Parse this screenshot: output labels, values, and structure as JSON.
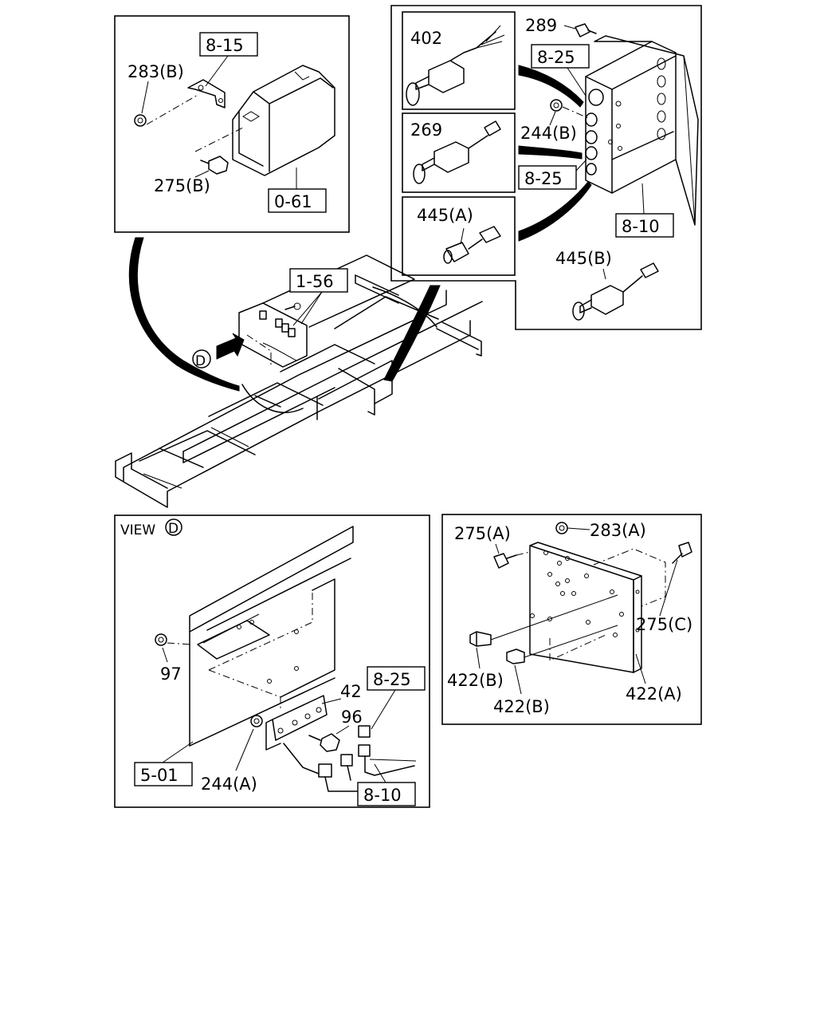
{
  "diagram": {
    "view_label": "VIEW",
    "view_marker": "D",
    "arrow_marker": "D",
    "callouts": {
      "p283B": "283(B)",
      "p275B": "275(B)",
      "p402": "402",
      "p269": "269",
      "p445A": "445(A)",
      "p445B": "445(B)",
      "p289": "289",
      "p244B": "244(B)",
      "p97": "97",
      "p42": "42",
      "p96": "96",
      "p244A": "244(A)",
      "p275A": "275(A)",
      "p283A": "283(A)",
      "p275C": "275(C)",
      "p422B_1": "422(B)",
      "p422B_2": "422(B)",
      "p422A": "422(A)"
    },
    "refs": {
      "r815": "8-15",
      "r061": "0-61",
      "r825_top": "8-25",
      "r825_mid": "8-25",
      "r810_top": "8-10",
      "r156": "1-56",
      "r825_bottom": "8-25",
      "r501": "5-01",
      "r810_bottom": "8-10"
    }
  }
}
